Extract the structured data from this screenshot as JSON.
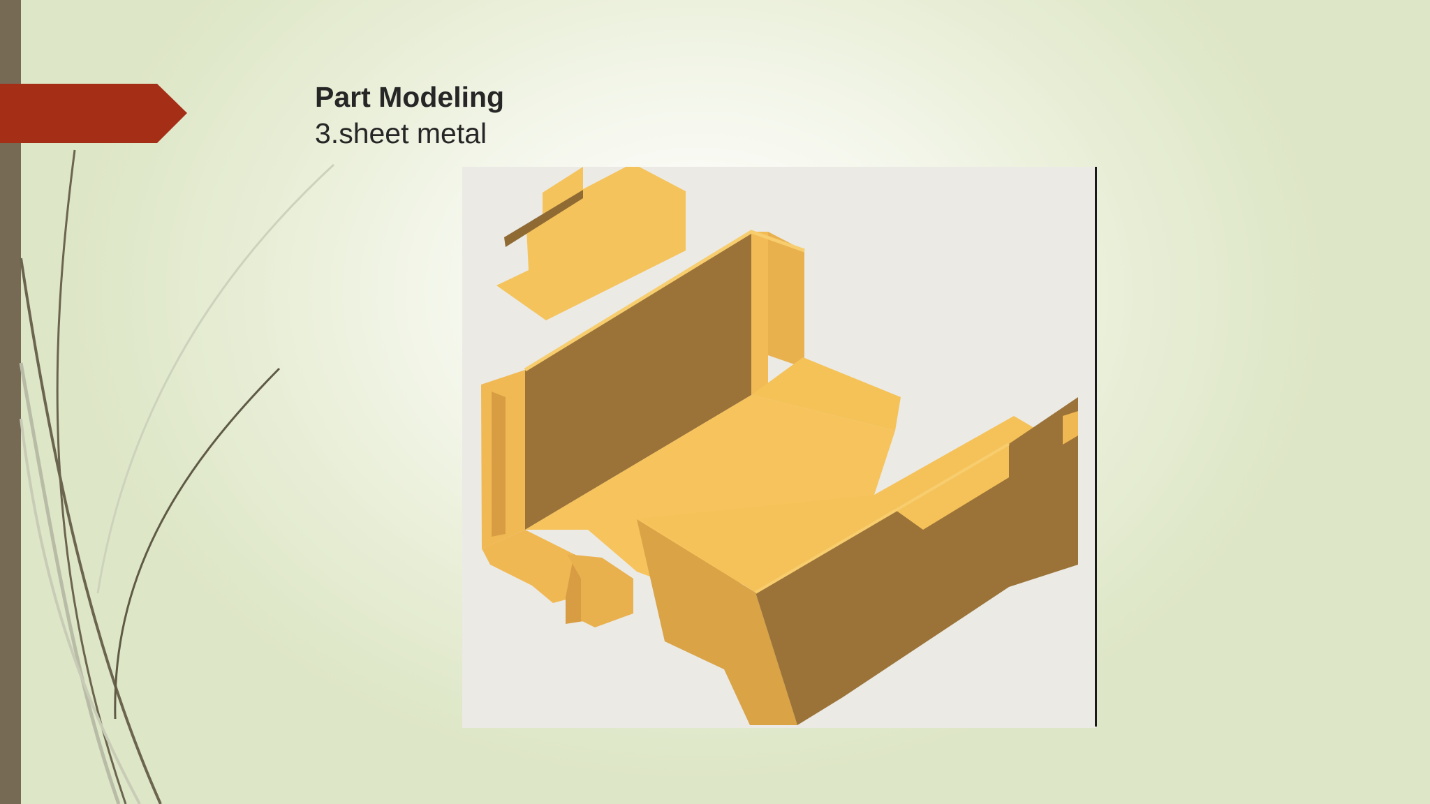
{
  "slide": {
    "title": "Part Modeling",
    "subtitle": "3.sheet metal"
  },
  "theme": {
    "accent_color": "#a52e16",
    "left_bar_color": "#766a55",
    "part_color_light": "#f7c35c",
    "part_color_dark": "#9b7338"
  },
  "figure": {
    "subject": "sheet-metal-part-3d-render"
  }
}
